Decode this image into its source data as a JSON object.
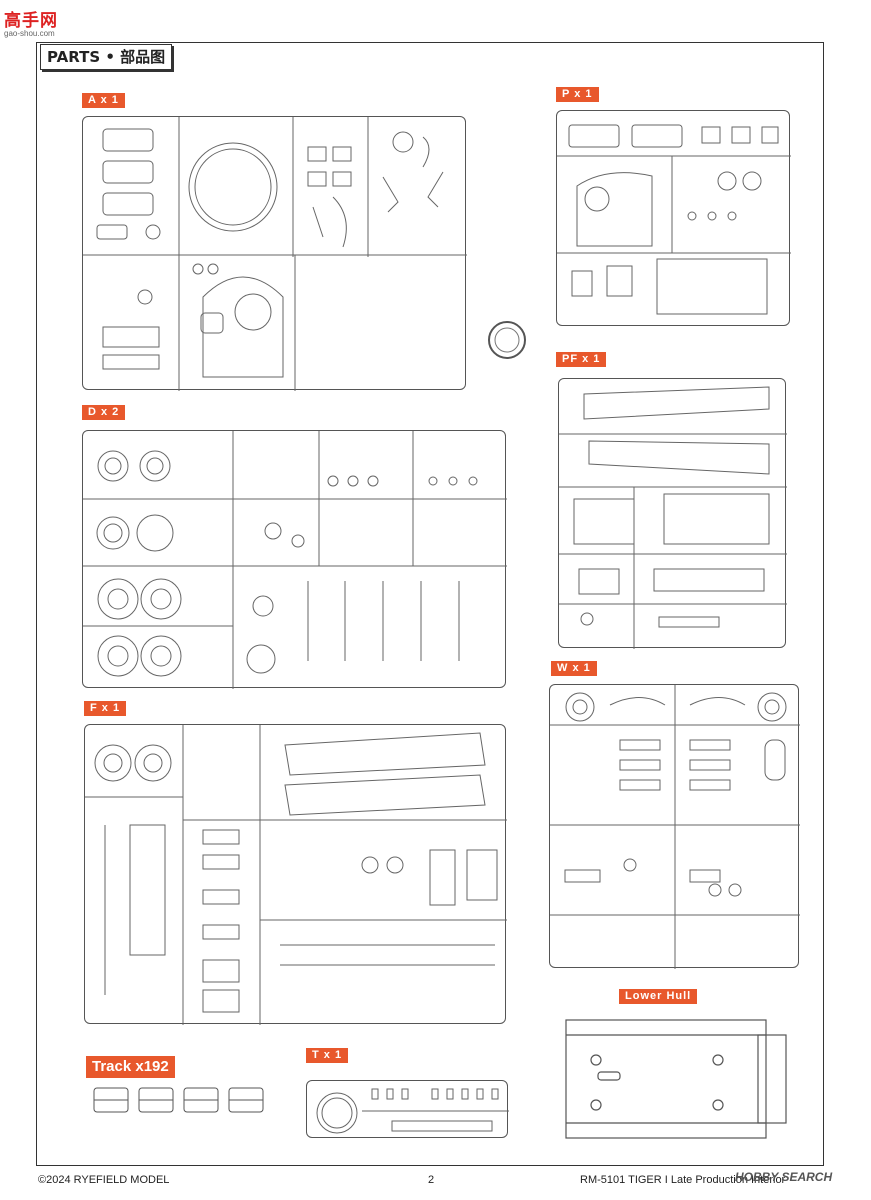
{
  "watermark": {
    "site_cn": "高手网",
    "site_url": "gao-shou.com",
    "bottom_right": "HOBBY SEARCH"
  },
  "header": {
    "title": "PARTS • 部品图"
  },
  "sprues": {
    "A": {
      "label": "A x 1"
    },
    "P": {
      "label": "P x 1"
    },
    "PF": {
      "label": "PF x 1"
    },
    "D": {
      "label": "D x 2"
    },
    "F": {
      "label": "F x 1"
    },
    "W": {
      "label": "W x 1"
    },
    "lower_hull": {
      "label": "Lower Hull"
    },
    "track": {
      "label": "Track x192"
    },
    "T": {
      "label": "T x 1"
    }
  },
  "footer": {
    "copyright": "©2024 RYEFIELD MODEL",
    "page": "2",
    "product": "RM-5101 TIGER I Late Production Interior"
  },
  "colors": {
    "tag": "#e8582c",
    "line": "#555555"
  }
}
